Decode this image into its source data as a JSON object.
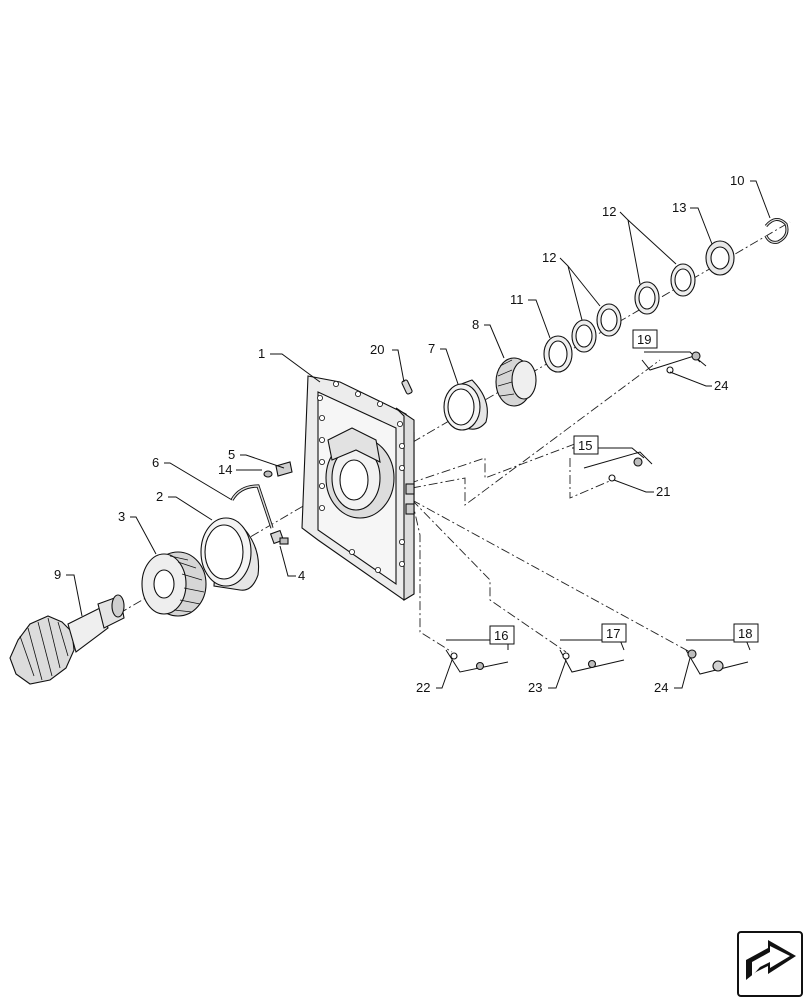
{
  "diagram": {
    "callouts": {
      "c1": "1",
      "c2": "2",
      "c3": "3",
      "c4": "4",
      "c5": "5",
      "c6": "6",
      "c7": "7",
      "c8": "8",
      "c9": "9",
      "c10": "10",
      "c11": "11",
      "c12a": "12",
      "c12b": "12",
      "c13": "13",
      "c14": "14",
      "c20": "20",
      "c21": "21",
      "c22": "22",
      "c23": "23",
      "c24a": "24",
      "c24b": "24"
    },
    "kits": {
      "k15": "15",
      "k16": "16",
      "k17": "17",
      "k18": "18",
      "k19": "19"
    }
  },
  "nav": {
    "icon": "next-page-arrow-icon"
  },
  "colors": {
    "line": "#111111",
    "part_fill": "#e8e8e8",
    "part_dark": "#9a9a9a",
    "background": "#ffffff"
  }
}
